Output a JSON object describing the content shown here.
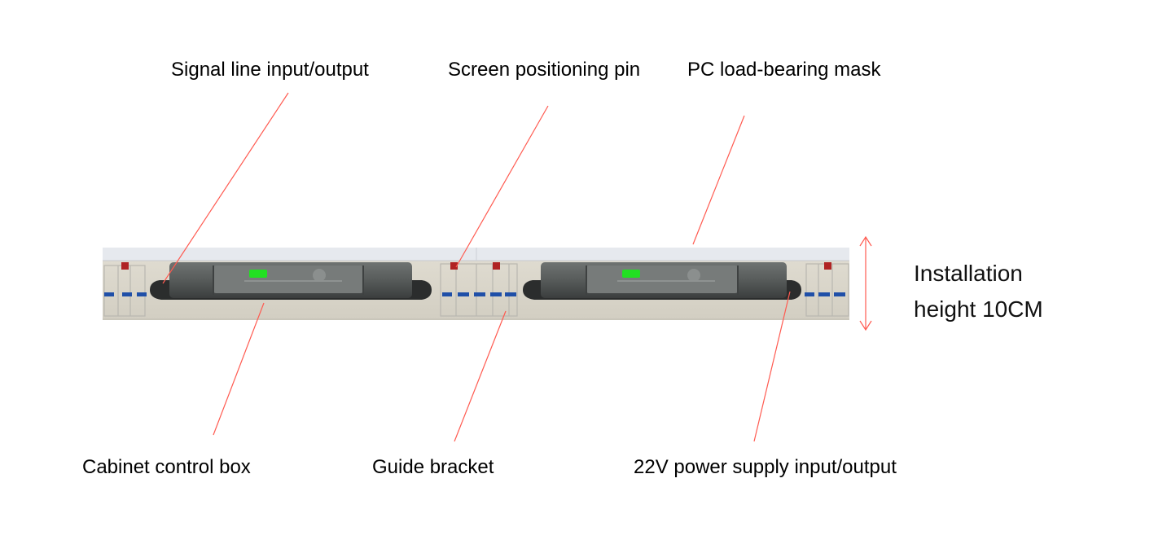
{
  "labels": {
    "signal_line": "Signal line input/output",
    "positioning_pin": "Screen positioning pin",
    "pc_mask": "PC load-bearing mask",
    "control_box": "Cabinet control box",
    "guide_bracket": "Guide bracket",
    "power_supply": "22V power supply input/output",
    "height_line1": "Installation",
    "height_line2": "height 10CM"
  },
  "colors": {
    "leader_line": "#ff5a50",
    "panel_face": "#d9d5c9",
    "panel_top": "#e3e7ec",
    "box_body": "#5b5f5e",
    "box_dark": "#2b2d2d",
    "indicator": "#22e022",
    "connector": "#1f4fa8",
    "pin": "#b02323"
  }
}
